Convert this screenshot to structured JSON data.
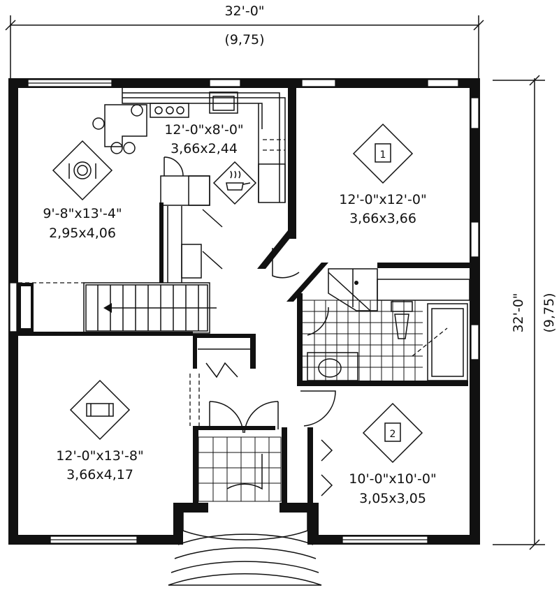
{
  "dimensions": {
    "top_imperial": "32'-0\"",
    "top_metric": "(9,75)",
    "right_imperial": "32'-0\"",
    "right_metric": "(9,75)"
  },
  "rooms": [
    {
      "id": "kitchen",
      "icon": "cooking-pot-icon",
      "size_imperial": "12'-0\"x8'-0\"",
      "size_metric": "3,66x2,44"
    },
    {
      "id": "dining",
      "icon": "plate-cutlery-icon",
      "size_imperial": "9'-8\"x13'-4\"",
      "size_metric": "2,95x4,06"
    },
    {
      "id": "bedroom-1",
      "icon": "bed-1-icon",
      "badge": "1",
      "size_imperial": "12'-0\"x12'-0\"",
      "size_metric": "3,66x3,66"
    },
    {
      "id": "living",
      "icon": "sofa-icon",
      "size_imperial": "12'-0\"x13'-8\"",
      "size_metric": "3,66x4,17"
    },
    {
      "id": "bedroom-2",
      "icon": "bed-2-icon",
      "badge": "2",
      "size_imperial": "10'-0\"x10'-0\"",
      "size_metric": "3,05x3,05"
    }
  ]
}
